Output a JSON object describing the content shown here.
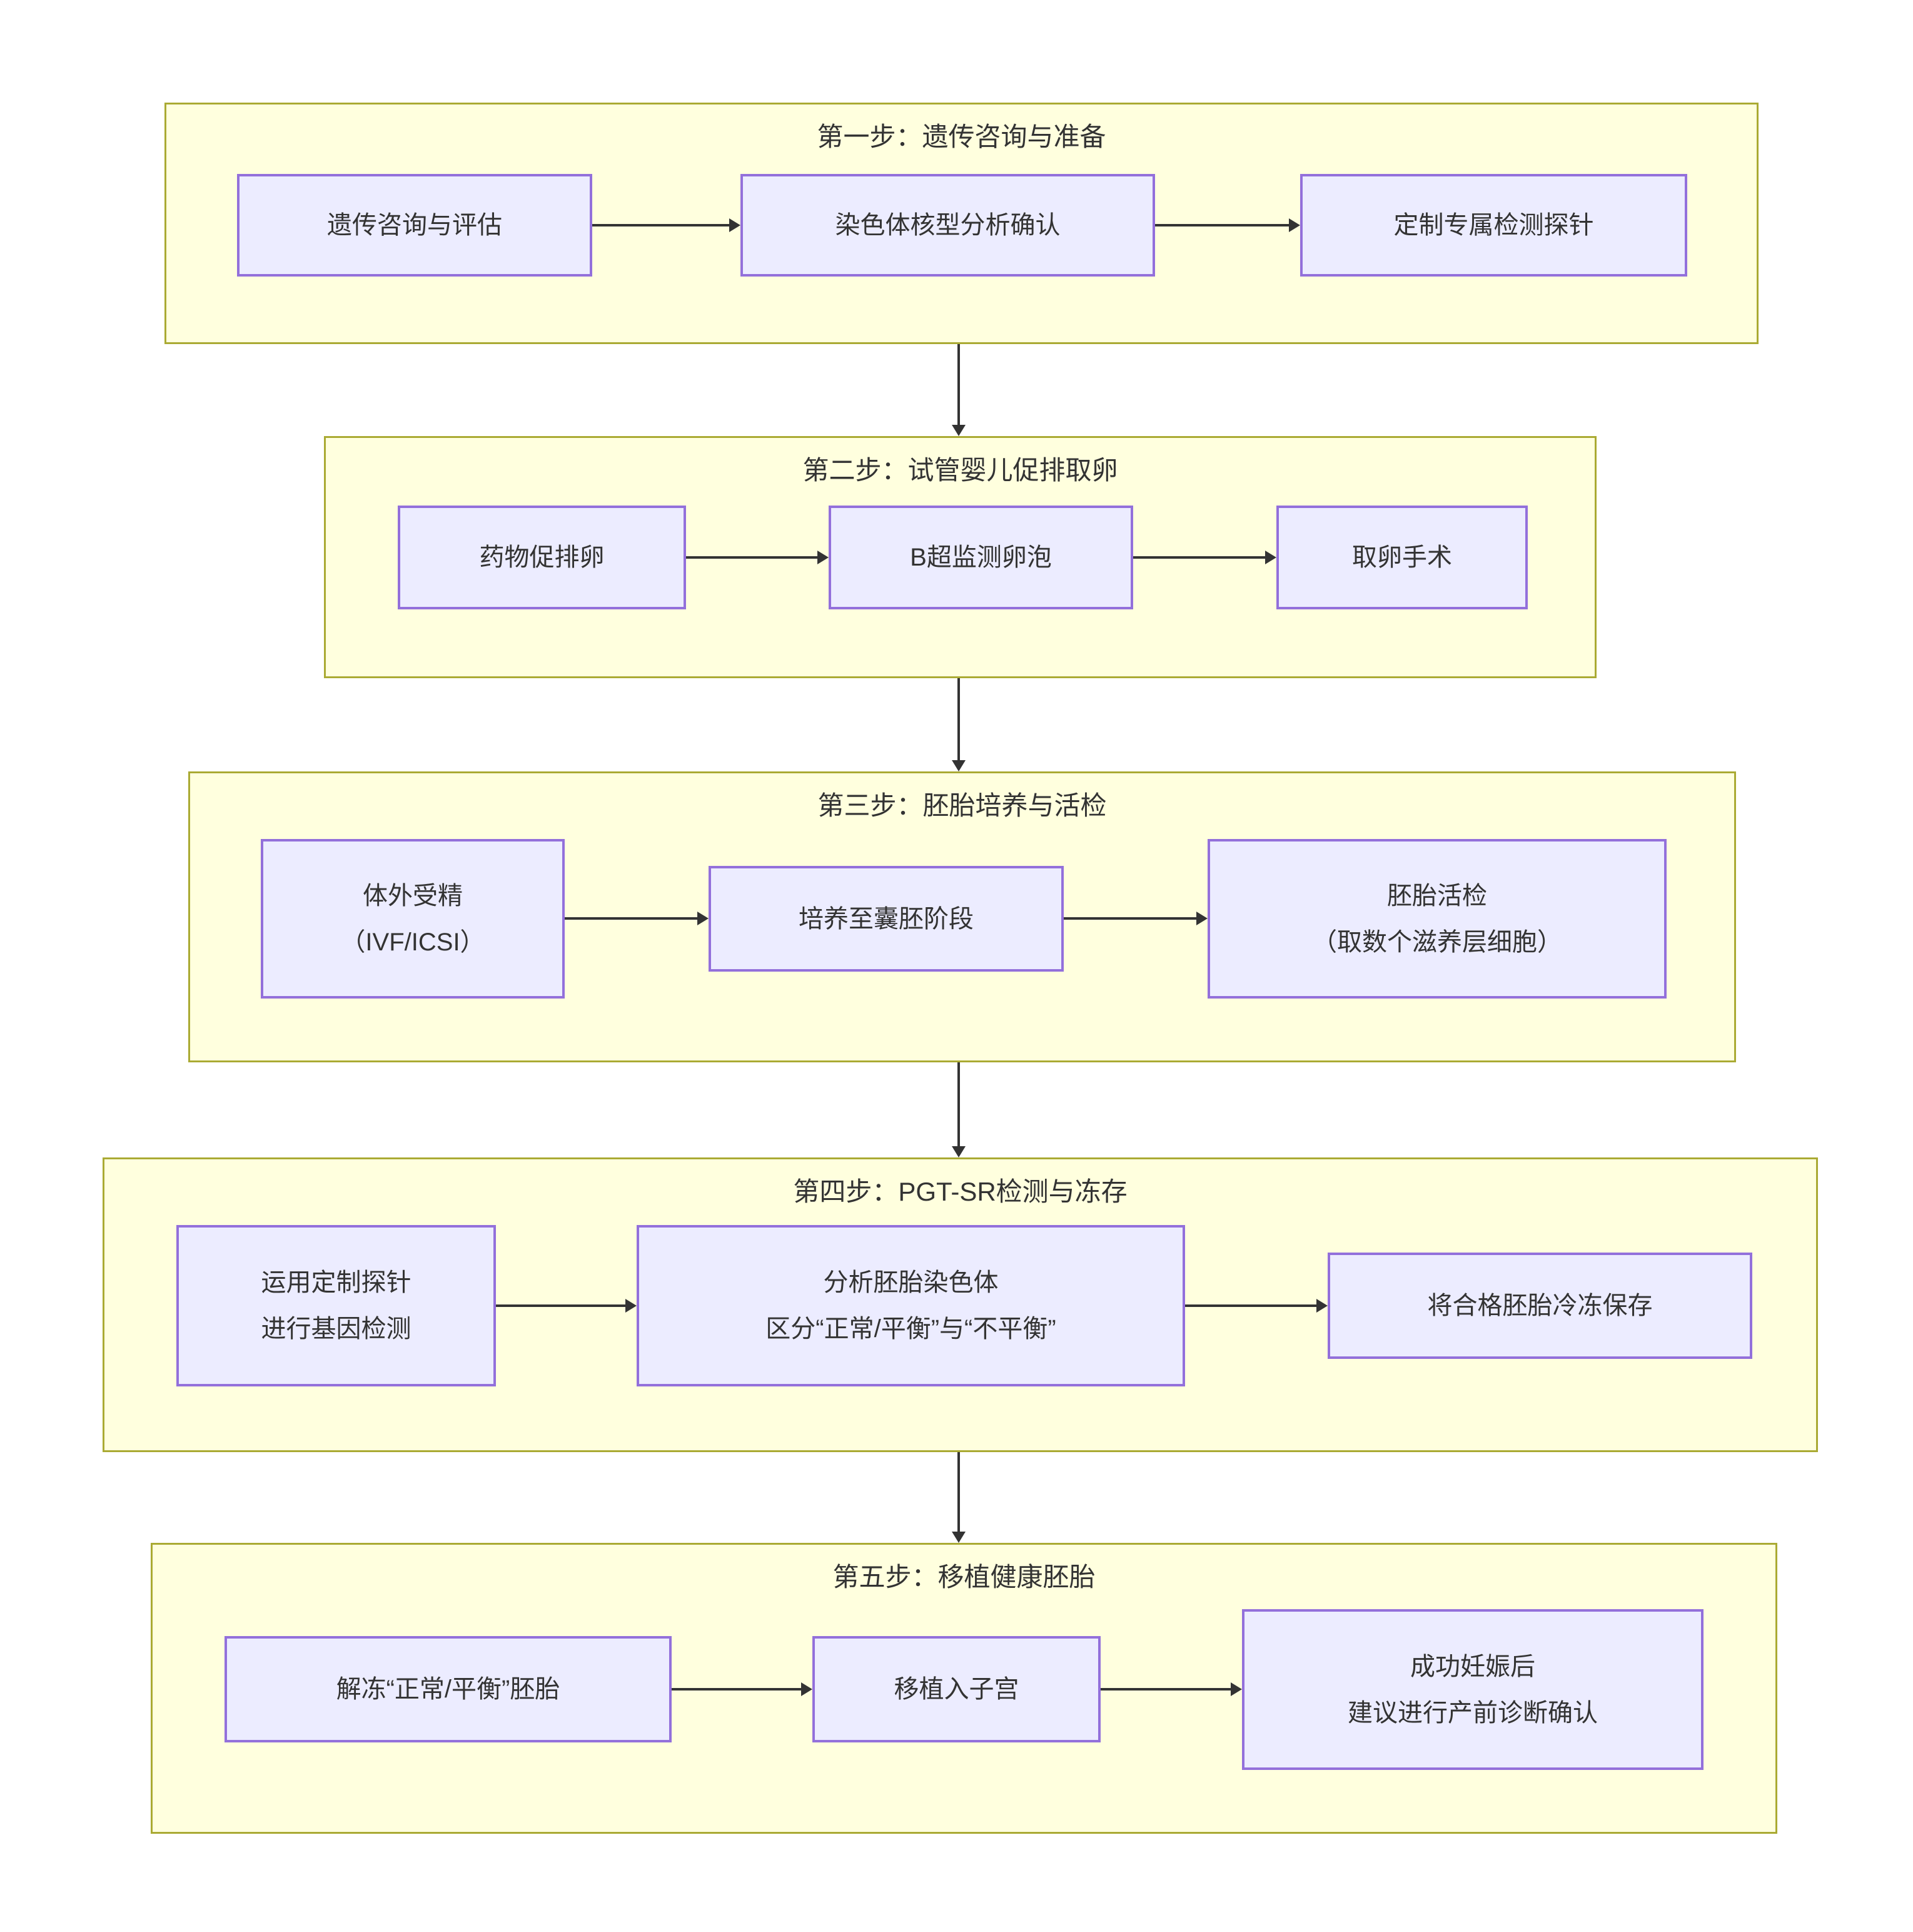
{
  "colors": {
    "section_fill": "#ffffde",
    "section_border": "#aaaa33",
    "node_fill": "#ececff",
    "node_border": "#9370db",
    "arrow": "#333333",
    "text": "#333333"
  },
  "sections": [
    {
      "title": "第一步：遗传咨询与准备",
      "nodes": [
        {
          "text": "遗传咨询与评估"
        },
        {
          "text": "染色体核型分析确认"
        },
        {
          "text": "定制专属检测探针"
        }
      ]
    },
    {
      "title": "第二步：试管婴儿促排取卵",
      "nodes": [
        {
          "text": "药物促排卵"
        },
        {
          "text": "B超监测卵泡"
        },
        {
          "text": "取卵手术"
        }
      ]
    },
    {
      "title": "第三步：胚胎培养与活检",
      "nodes": [
        {
          "text": "体外受精\n（IVF/ICSI）"
        },
        {
          "text": "培养至囊胚阶段"
        },
        {
          "text": "胚胎活检\n（取数个滋养层细胞）"
        }
      ]
    },
    {
      "title": "第四步：PGT-SR检测与冻存",
      "nodes": [
        {
          "text": "运用定制探针\n进行基因检测"
        },
        {
          "text": "分析胚胎染色体\n区分“正常/平衡”与“不平衡”"
        },
        {
          "text": "将合格胚胎冷冻保存"
        }
      ]
    },
    {
      "title": "第五步：移植健康胚胎",
      "nodes": [
        {
          "text": "解冻“正常/平衡”胚胎"
        },
        {
          "text": "移植入子宫"
        },
        {
          "text": "成功妊娠后\n建议进行产前诊断确认"
        }
      ]
    }
  ]
}
